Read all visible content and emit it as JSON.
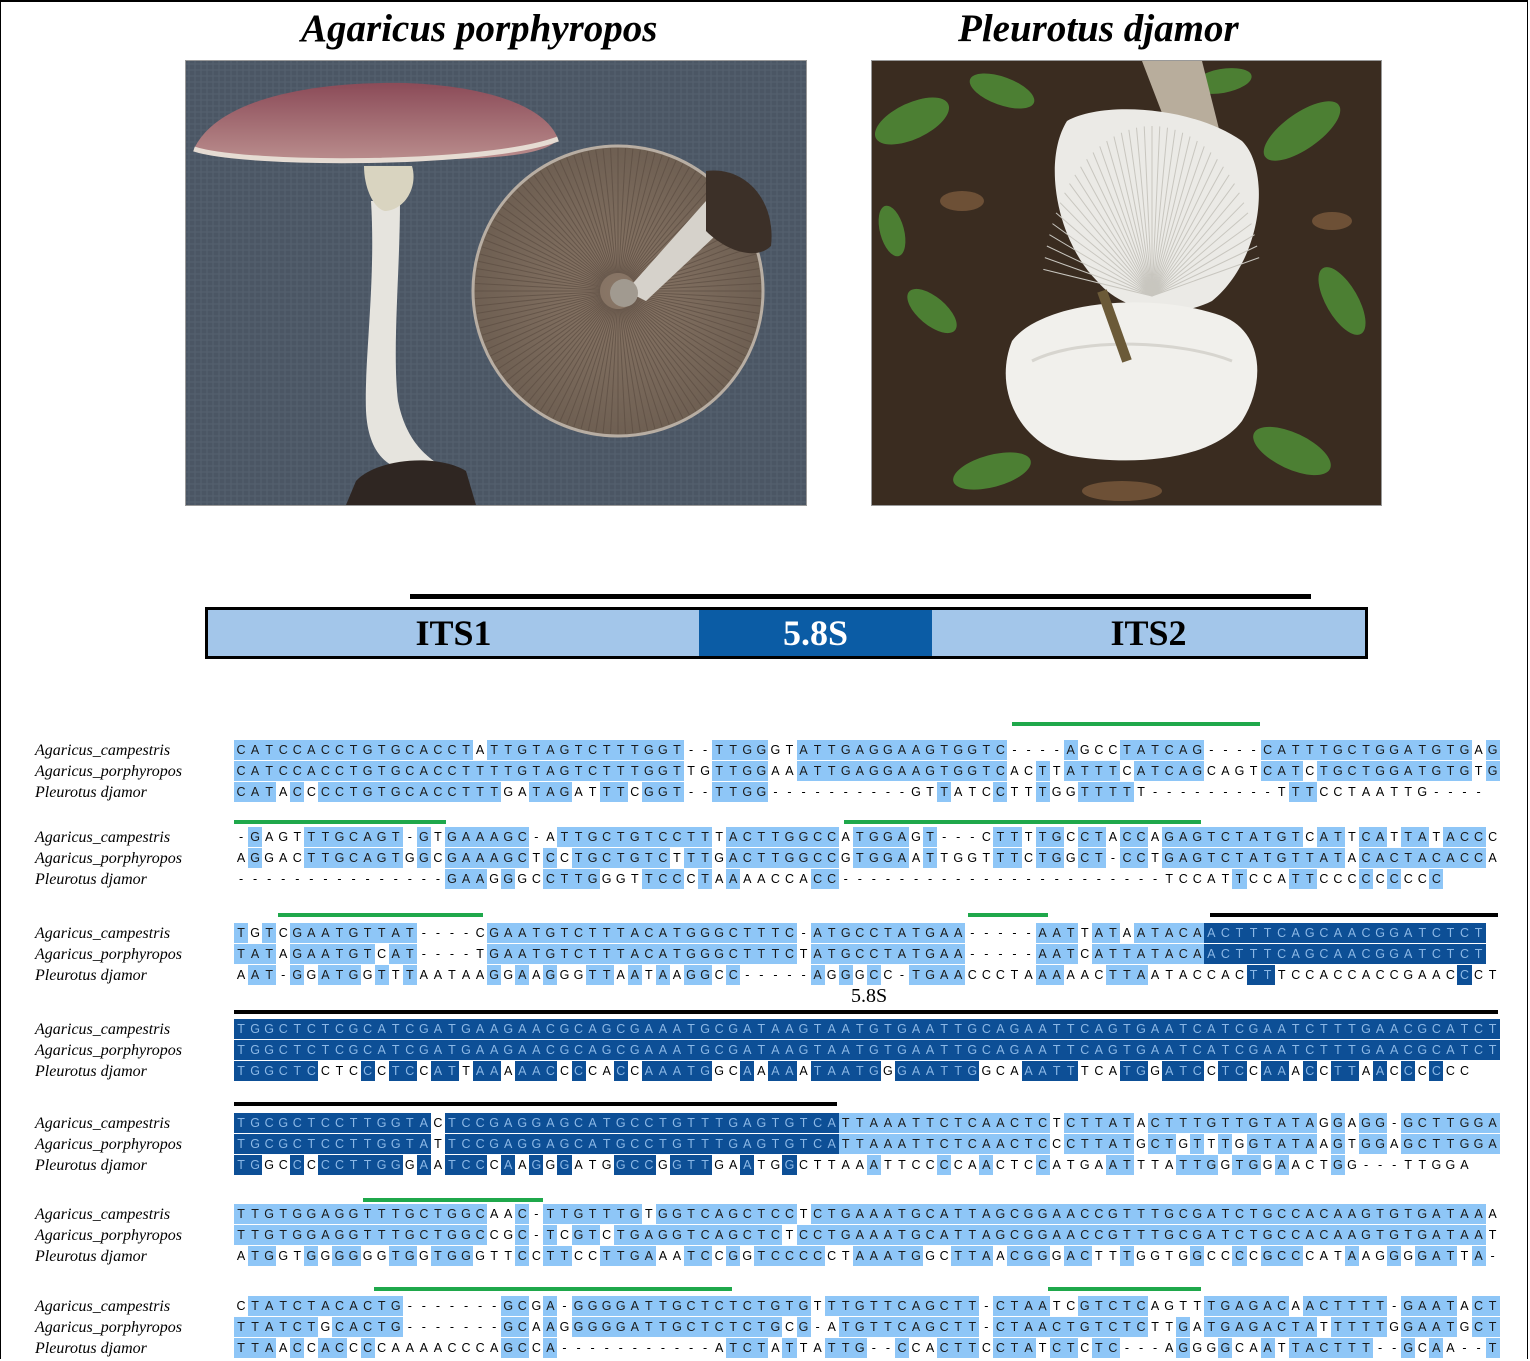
{
  "panel": {
    "titles": {
      "left": "Agaricus porphyropos",
      "right": "Pleurotus djamor"
    }
  },
  "gene_map": {
    "regions": [
      {
        "label": "ITS1",
        "color": "#a3c6ea"
      },
      {
        "label": "5.8S",
        "color": "#0b5ca5"
      },
      {
        "label": "ITS2",
        "color": "#a3c6ea"
      }
    ]
  },
  "alignment": {
    "species": [
      "Agaricus_campestris",
      "Agaricus_porphyropos",
      "Pleurotus djamor"
    ],
    "region_label": "5.8S",
    "colors": {
      "match": "#8ec6f7",
      "conserved_58s": "#0d4f96",
      "primer_bar": "#1fa84b"
    },
    "blocks": [
      {
        "seqs": [
          "CATCCACCTGTGCACCTATTGTAGTCTTTGGT--TTGGGTATTGAGGAAGTGGTC----AGCCTATCAG----CATTTGCTGGATGTGAG",
          "CATCCACCTGTGCACCTTTTGTAGTCTTTGGTTGTTGGAAATTGAGGAAGTGGTCACTTATTTCATCAGCAGTCATCTGCTGGATGTGTG",
          "CATACCCCTGTGCACCTTTGATAGATTTCGGT--TTGG----------GTTATCCTTTGGTTTTT---------TTTCCTAATTG----"
        ]
      },
      {
        "seqs": [
          "-GAGTTTGCAGT-GTGAAAGC-ATTGCTGTCCTTTACTTGGCCATGGAGT---CTTTTGCCTACCAGAGTCTATGTCATTCATTATACCC",
          "AGGACTTGCAGTGGCGAAAGCTCCTGCTGTCTTTGACTTGGCCGTGGAATTGGTTTCTGGCT-CCTGAGTCTATGTTATACACTACACCA",
          "---------------GAAGGGCCTTGGGTTCCCTAAAACCACC-----------------------TCCATTCCATTCCCCCCCCC"
        ]
      },
      {
        "seqs": [
          "TGTCGAATGTTAT----CGAATGTCTTTACATGGGCTTTC-ATGCCTATGAA-----AATTATAATACAACTTTCAGCAACGGATCTCT",
          "TATAGAATGTCAT----TGAATGTCTTTACATGGGCTTTCTATGCCTATGAA-----AATCATTATACAACTTTCAGCAACGGATCTCT",
          "AAT-GGATGGTTTAATAAGGAAGGGTTAATAAGGCC-----AGGGCC-TGAACCCTAAAAACTTAATACCACTTTCCACCACCGAACCCT"
        ]
      },
      {
        "seqs": [
          "TGGCTCTCGCATCGATGAAGAACGCAGCGAAATGCGATAAGTAATGTGAATTGCAGAATTCAGTGAATCATCGAATCTTTGAACGCATCT",
          "TGGCTCTCGCATCGATGAAGAACGCAGCGAAATGCGATAAGTAATGTGAATTGCAGAATTCAGTGAATCATCGAATCTTTGAACGCATCT",
          "TGGCTCCTCCCTCCATTAAAAACCCCACCAAATGGCAAAAATAATGGGAATTGGCAAATTTCATGGATCCTCCAAACCTTAACCCCCC"
        ]
      },
      {
        "seqs": [
          "TGCGCTCCTTGGTACTCCGAGGAGCATGCCTGTTTGAGTGTCATTAAATTCTCAACTCTCTTATACTTTGTTGTATAGGAGG-GCTTGGA",
          "TGCGCTCCTTGGTATTCCGAGGAGCATGCCTGTTTGAGTGTCATTAAATTCTCAACTCCCTTATGCTGTTTGGTATAAGTGGAGCTTGGA",
          "TGGCCCCCTTGGGAATCCCAAGGGATGGCCGGTTGAATGGCTTAAATTCCCCAACTCCATGAATTTATTGGTGGAACTGG---TTGGA"
        ]
      },
      {
        "seqs": [
          "TTGTGGAGGTTTGCTGGCAAC-TTGTTTGTGGTCAGCTCCTCTGAAATGCATTAGCGGAACCGTTTGCGATCTGCCACAAGTGTGATAAA",
          "TTGTGGAGGTTTGCTGGCCGC-TCGTCTGAGGTCAGCTCTCCTGAAATGCATTAGCGGAACCGTTTGCGATCTGCCACAAGTGTGATAAT",
          "ATGGTGGGGGGTGGTGGGTTCCTTCCTTGAAATCCGGTCCCCCTAAATGGCTTAACGGGACTTTGGTGGCCCCGCCCATAAGGGGATTA-"
        ]
      },
      {
        "seqs": [
          "CTATCTACACTG-------GCGA-GGGGATTGCTCTCTGTGTTTGTTCAGCTT-CTAATCGTCTCAGTTTGAGACAACTTTT-GAATACT",
          "TTATCTGCACTG-------GCAAGGGGGATTGCTCTCTGCG-ATGTTCAGCTT-CTAACTGTCTCTTGATGAGACTATTTTTGGAATGCT",
          "TTAACCACCCCAAAACCCAGCCA-----------ATCTATTATTG--CCACTTCCTATCTCTC---AGGGGCAATTACTTT--GCAA--T"
        ]
      }
    ]
  }
}
